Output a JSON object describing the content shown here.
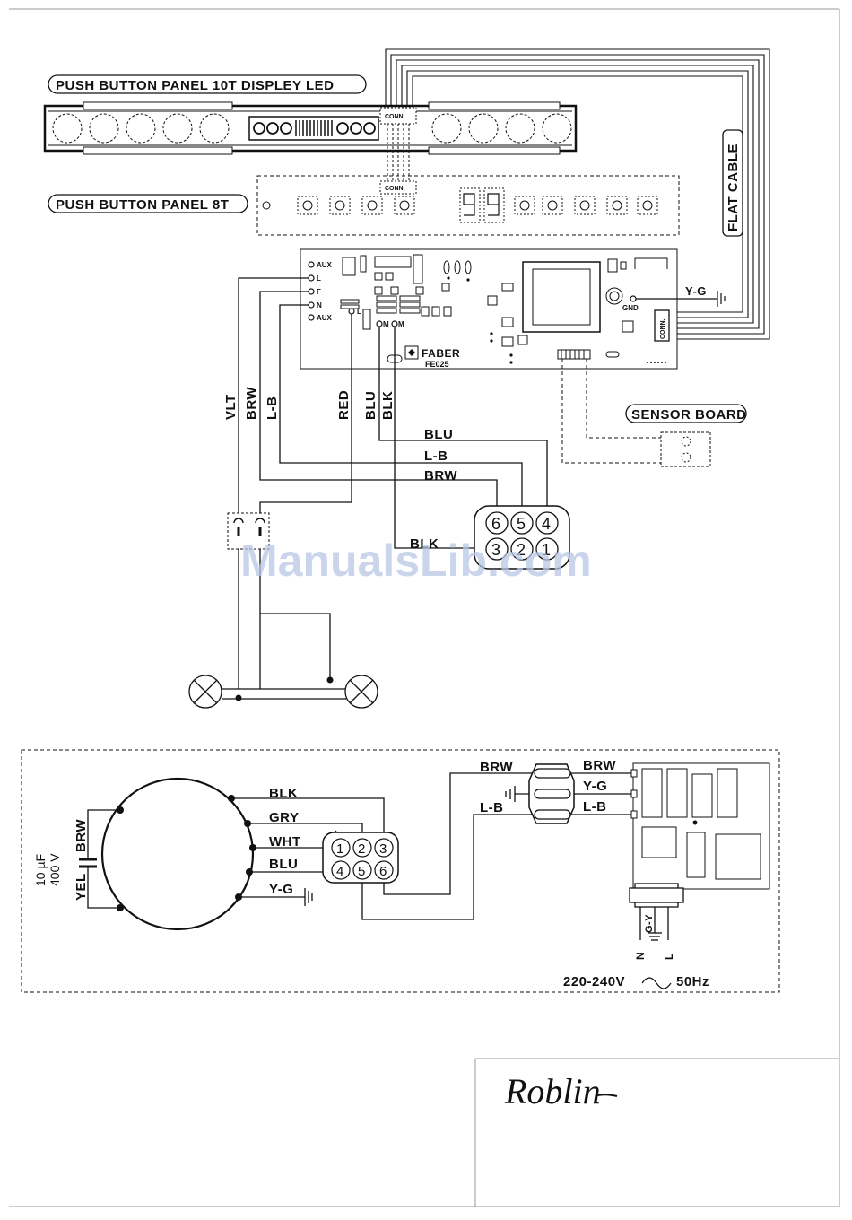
{
  "panels": {
    "panel_10t": "PUSH  BUTTON  PANEL  10T  DISPLEY  LED",
    "panel_8t": "PUSH  BUTTON  PANEL  8T",
    "conn_top": "CONN.",
    "conn_bottom": "CONN.",
    "flat_cable": "FLAT CABLE",
    "sensor_board": "SENSOR  BOARD"
  },
  "board": {
    "aux1": "AUX",
    "l": "L",
    "f": "F",
    "n": "N",
    "aux2": "AUX",
    "l_small": "L",
    "m": "M",
    "gnd": "GND",
    "yg": "Y-G",
    "conn": "CONN.",
    "brand": "FABER",
    "model": "FE025"
  },
  "upper_wires": {
    "vlt": "VLT",
    "brw": "BRW",
    "lb": "L-B",
    "red": "RED",
    "blu": "BLU",
    "blk": "BLK",
    "blu_h": "BLU",
    "lb_h": "L-B",
    "brw_h": "BRW",
    "blk_h": "BLK"
  },
  "upper_connector": {
    "pins": [
      "6",
      "5",
      "4",
      "3",
      "2",
      "1"
    ]
  },
  "motor": {
    "cap_value": "10 µF",
    "cap_voltage": "400 V",
    "cap_brw": "BRW",
    "cap_yel": "YEL",
    "blk": "BLK",
    "gry": "GRY",
    "wht": "WHT",
    "blu": "BLU",
    "yg": "Y-G",
    "pins": [
      "1",
      "2",
      "3",
      "4",
      "5",
      "6"
    ]
  },
  "mains": {
    "brw_left": "BRW",
    "lb_left": "L-B",
    "brw_right": "BRW",
    "yg_right": "Y-G",
    "lb_right": "L-B",
    "n": "N",
    "gy": "G-Y",
    "l": "L",
    "voltage": "220-240V",
    "freq": "50Hz"
  },
  "watermark": "ManualsLib.com",
  "logo": "Roblin"
}
